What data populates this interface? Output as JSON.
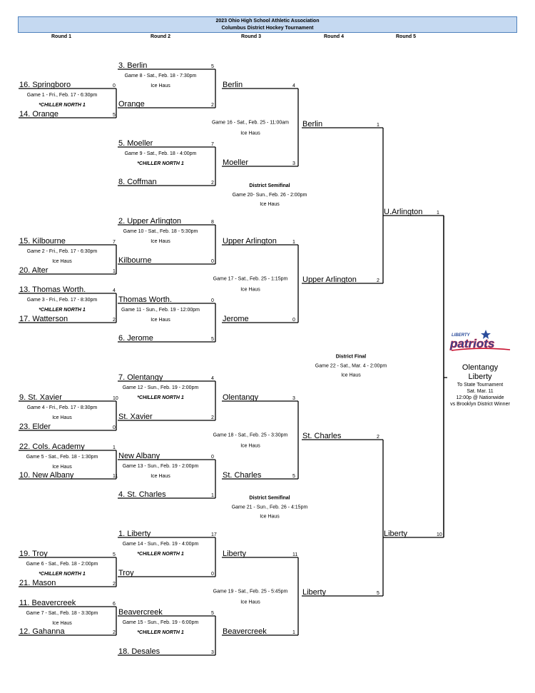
{
  "header": {
    "line1": "2023 Ohio High School Athletic Association",
    "line2": "Columbus District Hockey Tournament"
  },
  "rounds": [
    "Round 1",
    "Round 2",
    "Round 3",
    "Round 4",
    "Round 5"
  ],
  "champion": {
    "name": "Olentangy Liberty",
    "line1": "Olentangy",
    "line2": "Liberty",
    "notes": [
      "To State Tournament",
      "Sat. Mar. 11",
      "12:00p @ Nationwide",
      "vs Brooklyn District Winner"
    ],
    "logo_text": "LIBERTY PATRIOTS",
    "logo_colors": {
      "primary": "#2b4c9b",
      "accent": "#c8102e"
    }
  },
  "round1": [
    {
      "top": "16. Springboro",
      "top_score": "0",
      "bottom": "14. Orange",
      "bottom_score": "5",
      "game": "Game 1 -  Fri., Feb. 17 - 6:30pm",
      "venue": "*CHILLER NORTH 1"
    },
    {
      "top": "15. Kilbourne",
      "top_score": "7",
      "bottom": "20. Alter",
      "bottom_score": "1",
      "game": "Game 2 -  Fri., Feb. 17 - 6:30pm",
      "venue": "Ice Haus"
    },
    {
      "top": "13. Thomas Worth.",
      "top_score": "4",
      "bottom": "17. Watterson",
      "bottom_score": "2",
      "game": "Game 3 -  Fri., Feb. 17 - 8:30pm",
      "venue": "*CHILLER NORTH 1"
    },
    {
      "top": "9. St. Xavier",
      "top_score": "10",
      "bottom": "23. Elder",
      "bottom_score": "0",
      "game": "Game 4 -  Fri., Feb. 17 - 8:30pm",
      "venue": "Ice Haus"
    },
    {
      "top": "22. Cols. Academy",
      "top_score": "1",
      "bottom": "10. New Albany",
      "bottom_score": "11",
      "game": "Game 5 -  Sat., Feb. 18 - 1:30pm",
      "venue": "Ice Haus"
    },
    {
      "top": "19. Troy",
      "top_score": "5",
      "bottom": "21. Mason",
      "bottom_score": "2",
      "game": "Game 6 -  Sat., Feb. 18 - 2:00pm",
      "venue": "*CHILLER NORTH 1"
    },
    {
      "top": "11. Beavercreek",
      "top_score": "6",
      "bottom": "12. Gahanna",
      "bottom_score": "2",
      "game": "Game 7 -  Sat., Feb. 18 - 3:30pm",
      "venue": "Ice Haus"
    }
  ],
  "round2": [
    {
      "top": "3. Berlin",
      "top_score": "5",
      "bottom": "Orange",
      "bottom_score": "2",
      "game": "Game 8 - Sat., Feb. 18 - 7:30pm",
      "venue": "Ice Haus"
    },
    {
      "top": "5. Moeller",
      "top_score": "7",
      "bottom": "8. Coffman",
      "bottom_score": "2",
      "game": "Game 9 -  Sat., Feb. 18 - 4:00pm",
      "venue": "*CHILLER NORTH 1"
    },
    {
      "top": "2. Upper Arlington",
      "top_score": "8",
      "bottom": "Kilbourne",
      "bottom_score": "0",
      "game": "Game 10 - Sat., Feb. 18 - 5:30pm",
      "venue": "Ice Haus"
    },
    {
      "top": "Thomas Worth.",
      "top_score": "0",
      "bottom": "6. Jerome",
      "bottom_score": "5",
      "game": "Game 11 - Sun., Feb. 19 - 12:00pm",
      "venue": "Ice Haus"
    },
    {
      "top": "7. Olentangy",
      "top_score": "4",
      "bottom": "St. Xavier",
      "bottom_score": "2",
      "game": "Game 12 - Sun., Feb. 19 - 2:00pm",
      "venue": "*CHILLER NORTH 1"
    },
    {
      "top": "New Albany",
      "top_score": "0",
      "bottom": "4. St. Charles",
      "bottom_score": "1",
      "game": "Game 13 - Sun., Feb. 19 - 2:00pm",
      "venue": "Ice Haus"
    },
    {
      "top": "1. Liberty",
      "top_score": "17",
      "bottom": "Troy",
      "bottom_score": "0",
      "game": "Game 14 - Sun., Feb. 19 - 4:00pm",
      "venue": "*CHILLER NORTH 1"
    },
    {
      "top": "Beavercreek",
      "top_score": "5",
      "bottom": "18. Desales",
      "bottom_score": "3",
      "game": "Game 15 - Sun., Feb. 19 - 6:00pm",
      "venue": "*CHILLER NORTH 1"
    }
  ],
  "round3": [
    {
      "top": "Berlin",
      "top_score": "4",
      "bottom": "Moeller",
      "bottom_score": "3",
      "game": "Game 16 - Sat., Feb. 25 - 11:00am",
      "venue": "Ice Haus"
    },
    {
      "top": "Upper Arlington",
      "top_score": "1",
      "bottom": "Jerome",
      "bottom_score": "0",
      "game": "Game 17 - Sat., Feb. 25 - 1:15pm",
      "venue": "Ice Haus"
    },
    {
      "top": "Olentangy",
      "top_score": "3",
      "bottom": "St. Charles",
      "bottom_score": "5",
      "game": "Game 18 - Sat., Feb. 25 - 3:30pm",
      "venue": "Ice Haus"
    },
    {
      "top": "Liberty",
      "top_score": "11",
      "bottom": "Beavercreek",
      "bottom_score": "1",
      "game": "Game 19 - Sat., Feb. 25 - 5:45pm",
      "venue": "Ice Haus"
    }
  ],
  "round4": [
    {
      "top": "Berlin",
      "top_score": "1",
      "bottom": "Upper Arlington",
      "bottom_score": "2",
      "title": "District Semifinal",
      "game": "Game 20- Sun., Feb. 26 - 2:00pm",
      "venue": "Ice Haus"
    },
    {
      "top": "St. Charles",
      "top_score": "2",
      "bottom": "Liberty",
      "bottom_score": "5",
      "title": "District Semifinal",
      "game": "Game 21 - Sun., Feb. 26 - 4:15pm",
      "venue": "Ice Haus"
    }
  ],
  "round5": [
    {
      "top": "U.Arlington",
      "top_score": "1",
      "bottom": "Liberty",
      "bottom_score": "10",
      "title": "District Final",
      "game": "Game 22 - Sat., Mar. 4 - 2:00pm",
      "venue": "Ice Haus"
    }
  ]
}
